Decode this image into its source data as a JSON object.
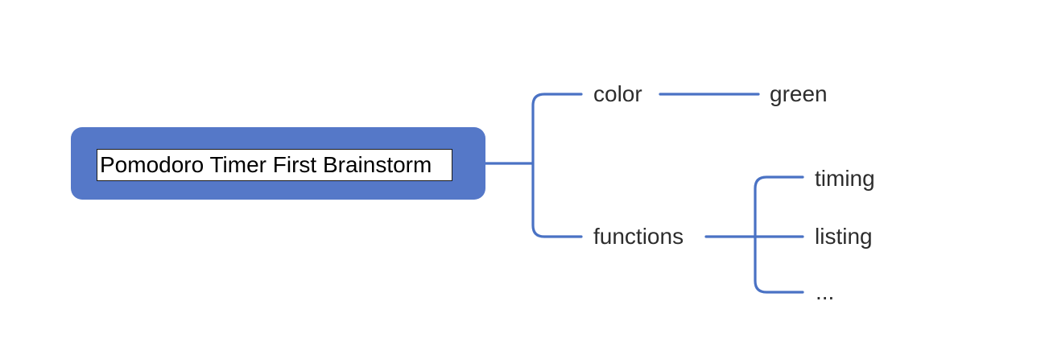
{
  "theme": {
    "canvas_bg": "#ffffff",
    "node_fill": "#5578c8",
    "line_color": "#4a72c4",
    "text_color": "#2d2d2d",
    "root_text_color": "#000000",
    "edit_box_bg": "#ffffff",
    "edit_box_border": "#1a1a1a"
  },
  "mindmap": {
    "root": {
      "label": "Pomodoro Timer First Brainstorm",
      "editing": true,
      "children": [
        {
          "label": "color",
          "children": [
            {
              "label": "green"
            }
          ]
        },
        {
          "label": "functions",
          "children": [
            {
              "label": "timing"
            },
            {
              "label": "listing"
            },
            {
              "label": "..."
            }
          ]
        }
      ]
    }
  }
}
